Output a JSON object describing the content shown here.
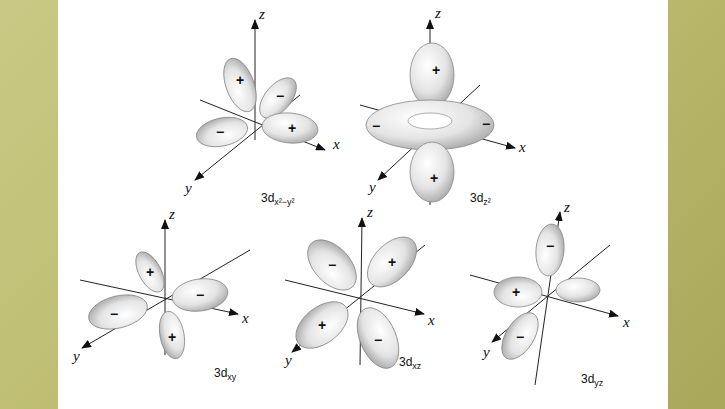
{
  "diagram": {
    "labels": [
      "z",
      "x",
      "y",
      "+",
      "−",
      "+",
      "−",
      "3dx²−y²",
      "z",
      "x",
      "y",
      "+",
      "−",
      "−",
      "+",
      "3dz²",
      "z",
      "x",
      "y",
      "+",
      "−",
      "−",
      "+",
      "3dxy",
      "z",
      "x",
      "y",
      "−",
      "+",
      "+",
      "−",
      "3dxz",
      "z",
      "x",
      "y",
      "−",
      "+",
      "−",
      "3dyz"
    ]
  }
}
